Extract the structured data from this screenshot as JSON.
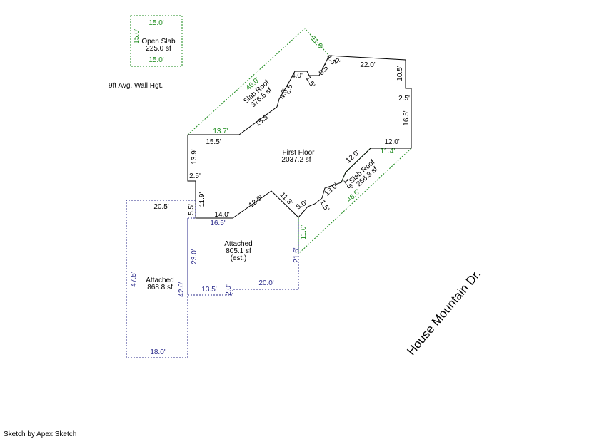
{
  "colors": {
    "main": "#000000",
    "slab": "#1a8a1a",
    "attached": "#2a2a8a",
    "background": "#ffffff"
  },
  "open_slab": {
    "name": "Open Slab",
    "area": "225.0 sf",
    "top_dim": "15.0'",
    "left_dim": "15.0'",
    "bottom_dim": "15.0'"
  },
  "wall_height_note": "9ft Avg. Wall Hgt.",
  "first_floor": {
    "name": "First Floor",
    "area": "2037.2 sf",
    "dims": [
      "15.5'",
      "15.5'",
      "13.9'",
      "2.5'",
      "11.9'",
      "5.5'",
      "14.0'",
      "16.5'",
      "12.6'",
      "11.3'",
      "5.0'",
      "1.5'",
      "13.0'",
      "1.5'",
      "12.0'",
      "12.0'",
      "16.5'",
      "2.5'",
      "10.5'",
      "22.0'",
      "8.5'",
      "1.5'",
      "4.0'",
      "6.5'",
      "4.0'",
      "1.5'",
      "0'"
    ]
  },
  "slab_roof_upper": {
    "name": "Slab Roof",
    "area": "376.6 sf",
    "dims": [
      "46.0'",
      "11.0'",
      "13.7'"
    ]
  },
  "slab_roof_lower": {
    "name": "Slab Roof",
    "area": "256.3 sf",
    "dims": [
      "11.4'",
      "46.5'",
      "11.0'"
    ]
  },
  "attached_small": {
    "name": "Attached",
    "area": "805.1 sf",
    "note": "(est.)",
    "dims": [
      "23.0'",
      "21.6'",
      "20.0'",
      "2.0'",
      "13.5'"
    ]
  },
  "attached_large": {
    "name": "Attached",
    "area": "868.8 sf",
    "dims": [
      "20.5'",
      "47.5'",
      "42.0'",
      "18.0'"
    ]
  },
  "street": "House Mountain Dr.",
  "footer": "Sketch by Apex Sketch"
}
